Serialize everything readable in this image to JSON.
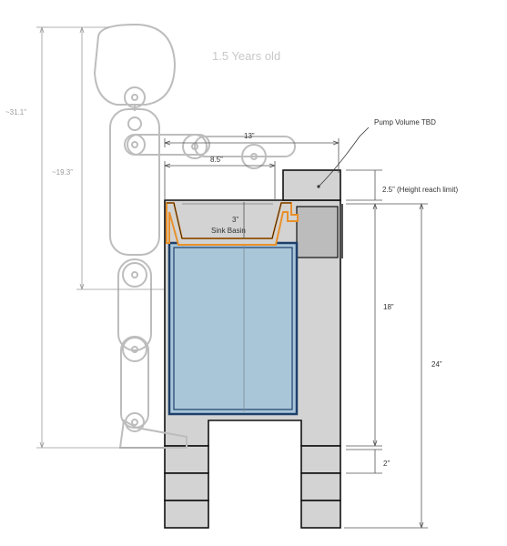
{
  "labels": {
    "age": "1.5 Years old",
    "pump": "Pump Volume TBD",
    "reach_limit": "2.5” (Height reach limit)",
    "arm_length": "13”",
    "forearm_length": "8.5”",
    "total_height": "~31.1”",
    "shoulder_height": "~19.3”",
    "basin_depth": "3”",
    "sink_basin": "Sink Basin",
    "tank_height": "18”",
    "cabinet_height": "24”",
    "step_height": "2”"
  },
  "colors": {
    "cabinet": "#d3d3d3",
    "water": "#a9c6d9",
    "basin_outline": "#e8902a",
    "tank_outline": "#1e3f6b",
    "mannequin": "#bdbdbd",
    "pump_box": "#bcbcbc"
  }
}
